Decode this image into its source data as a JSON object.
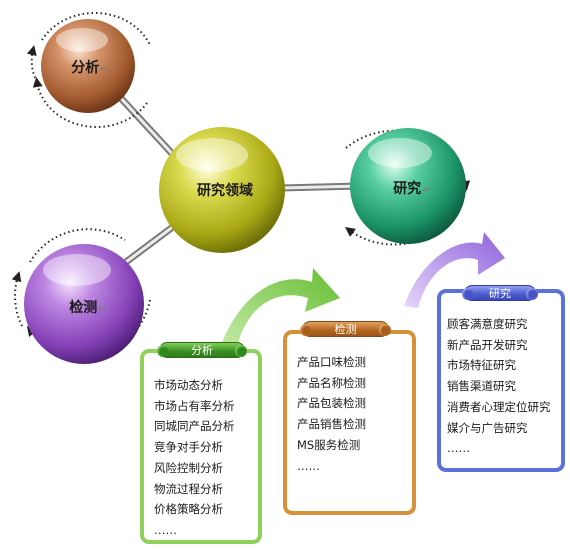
{
  "nodes": {
    "center": {
      "label": "研究领域",
      "color": "#cbcb2a"
    },
    "analysis": {
      "label": "分析",
      "mark": "↵",
      "color": "#c97d52"
    },
    "research": {
      "label": "研究",
      "mark": "↵",
      "color": "#39b48c"
    },
    "detection": {
      "label": "检测",
      "mark": "↵",
      "color": "#a55fcf"
    }
  },
  "panels": {
    "analysis": {
      "title": "分析",
      "color": "#8fd15a",
      "items": [
        "市场动态分析",
        "市场占有率分析",
        "同城同产品分析",
        "竞争对手分析",
        "风险控制分析",
        "物流过程分析",
        "价格策略分析",
        "……"
      ]
    },
    "detection": {
      "title": "检测",
      "color": "#d7913a",
      "items": [
        "产品口味检测",
        "产品名称检测",
        "产品包装检测",
        "产品销售检测",
        "MS服务检测",
        "……"
      ]
    },
    "research": {
      "title": "研究",
      "color": "#5b72d8",
      "items": [
        "顾客满意度研究",
        "新产品开发研究",
        "市场特征研究",
        "销售渠道研究",
        "消费者心理定位研究",
        "媒介与广告研究",
        "……"
      ]
    }
  },
  "arrows": {
    "green": "#8fd15a",
    "purple": "#a87ee8"
  }
}
